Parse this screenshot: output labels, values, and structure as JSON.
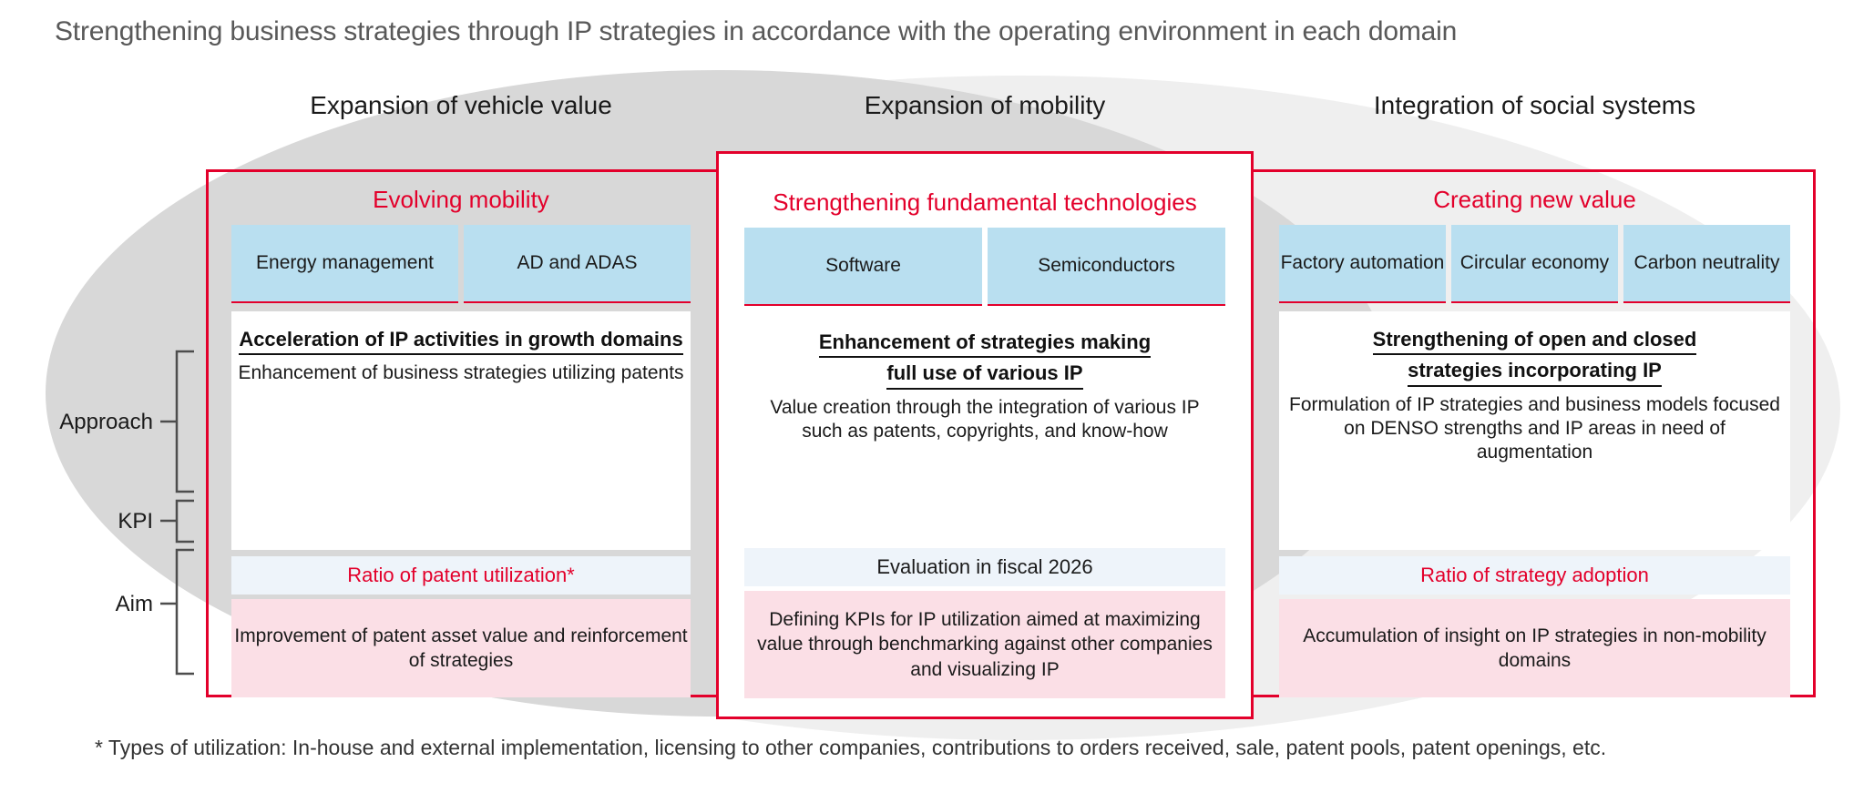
{
  "title": "Strengthening business strategies through IP strategies in accordance with the operating environment in each domain",
  "footnote": "* Types of utilization: In-house and external implementation, licensing to other companies, contributions to orders received, sale, patent pools, patent openings, etc.",
  "colors": {
    "accent_red": "#e3002b",
    "tag_blue": "#b9dff0",
    "kpi_blue": "#eef4fa",
    "aim_pink": "#fbdfe6",
    "ellipse_dark": "#d8d8d8",
    "ellipse_light": "#efefef",
    "title_gray": "#595959"
  },
  "row_labels": [
    {
      "label": "Approach"
    },
    {
      "label": "KPI"
    },
    {
      "label": "Aim"
    }
  ],
  "columns": [
    {
      "header": "Expansion of vehicle value",
      "subtitle": "Evolving mobility",
      "tags": [
        "Energy management",
        "AD and ADAS"
      ],
      "approach_heading": [
        "Acceleration of IP activities in growth domains"
      ],
      "approach_body": "Enhancement of business strategies utilizing patents",
      "kpi": "Ratio of patent utilization*",
      "kpi_accent": true,
      "aim": "Improvement of patent asset value and reinforcement of strategies"
    },
    {
      "header": "Expansion of mobility",
      "subtitle": "Strengthening fundamental technologies",
      "tags": [
        "Software",
        "Semiconductors"
      ],
      "approach_heading": [
        "Enhancement of strategies making",
        "full use of various IP"
      ],
      "approach_body": "Value creation through the integration of various IP such as patents, copyrights, and know-how",
      "kpi": "Evaluation in fiscal 2026",
      "kpi_accent": false,
      "aim": "Defining KPIs for IP utilization aimed at maximizing value through benchmarking against other companies and visualizing IP"
    },
    {
      "header": "Integration of social systems",
      "subtitle": "Creating new value",
      "tags": [
        "Factory automation",
        "Circular economy",
        "Carbon neutrality"
      ],
      "approach_heading": [
        "Strengthening of open and closed",
        "strategies incorporating IP"
      ],
      "approach_body": "Formulation of IP strategies and business models focused on DENSO strengths and IP areas in need of augmentation",
      "kpi": "Ratio of strategy adoption",
      "kpi_accent": true,
      "aim": "Accumulation of insight on IP strategies in non-mobility domains"
    }
  ]
}
